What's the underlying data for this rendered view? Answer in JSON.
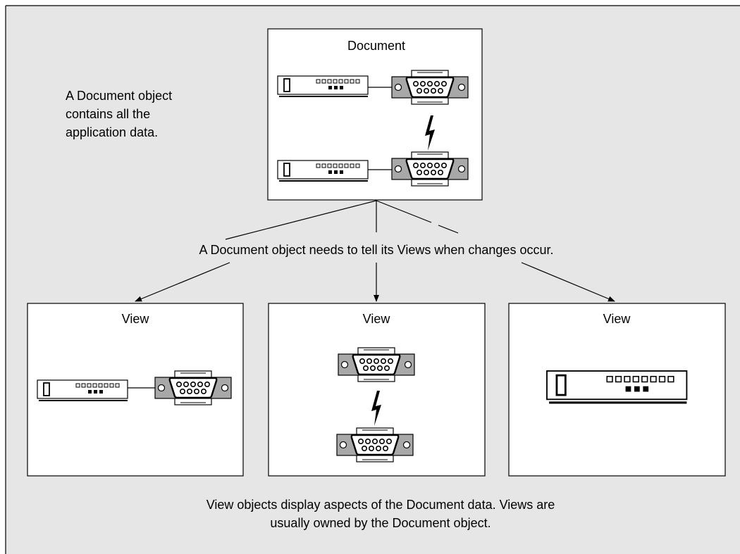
{
  "labels": {
    "document_title": "Document",
    "document_note": [
      "A Document object",
      "contains all the",
      "application data."
    ],
    "notify_caption": "A Document object needs to tell its Views when changes occur.",
    "view_titles": [
      "View",
      "View",
      "View"
    ],
    "footer": [
      "View objects display aspects of the Document data. Views are",
      "usually owned by the Document object."
    ]
  },
  "colors": {
    "background": "#e6e6e6",
    "box_fill": "#ffffff",
    "connector_fill": "#a8a8a8",
    "line": "#000000"
  },
  "icons": {
    "document_box": [
      "modem-icon",
      "serial-connector-icon",
      "lightning-bolt-icon",
      "modem-icon",
      "serial-connector-icon"
    ],
    "view_left": [
      "modem-icon",
      "serial-connector-icon"
    ],
    "view_middle": [
      "serial-connector-icon",
      "lightning-bolt-icon",
      "serial-connector-icon"
    ],
    "view_right": [
      "modem-icon"
    ]
  }
}
